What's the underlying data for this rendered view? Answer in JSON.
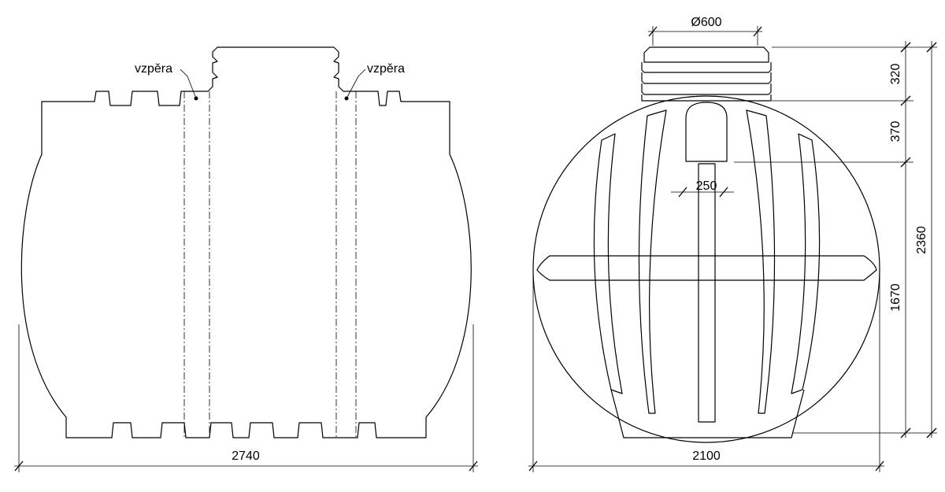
{
  "side_view": {
    "label_strut_left": "vzpěra",
    "label_strut_right": "vzpěra",
    "dim_length": "2740"
  },
  "end_view": {
    "dim_manhole_diameter": "Ø600",
    "dim_pipe_width": "250",
    "dim_width": "2100",
    "dim_neck_height": "320",
    "dim_dome_height": "370",
    "dim_inlet_height": "1670",
    "dim_total_height": "2360"
  }
}
